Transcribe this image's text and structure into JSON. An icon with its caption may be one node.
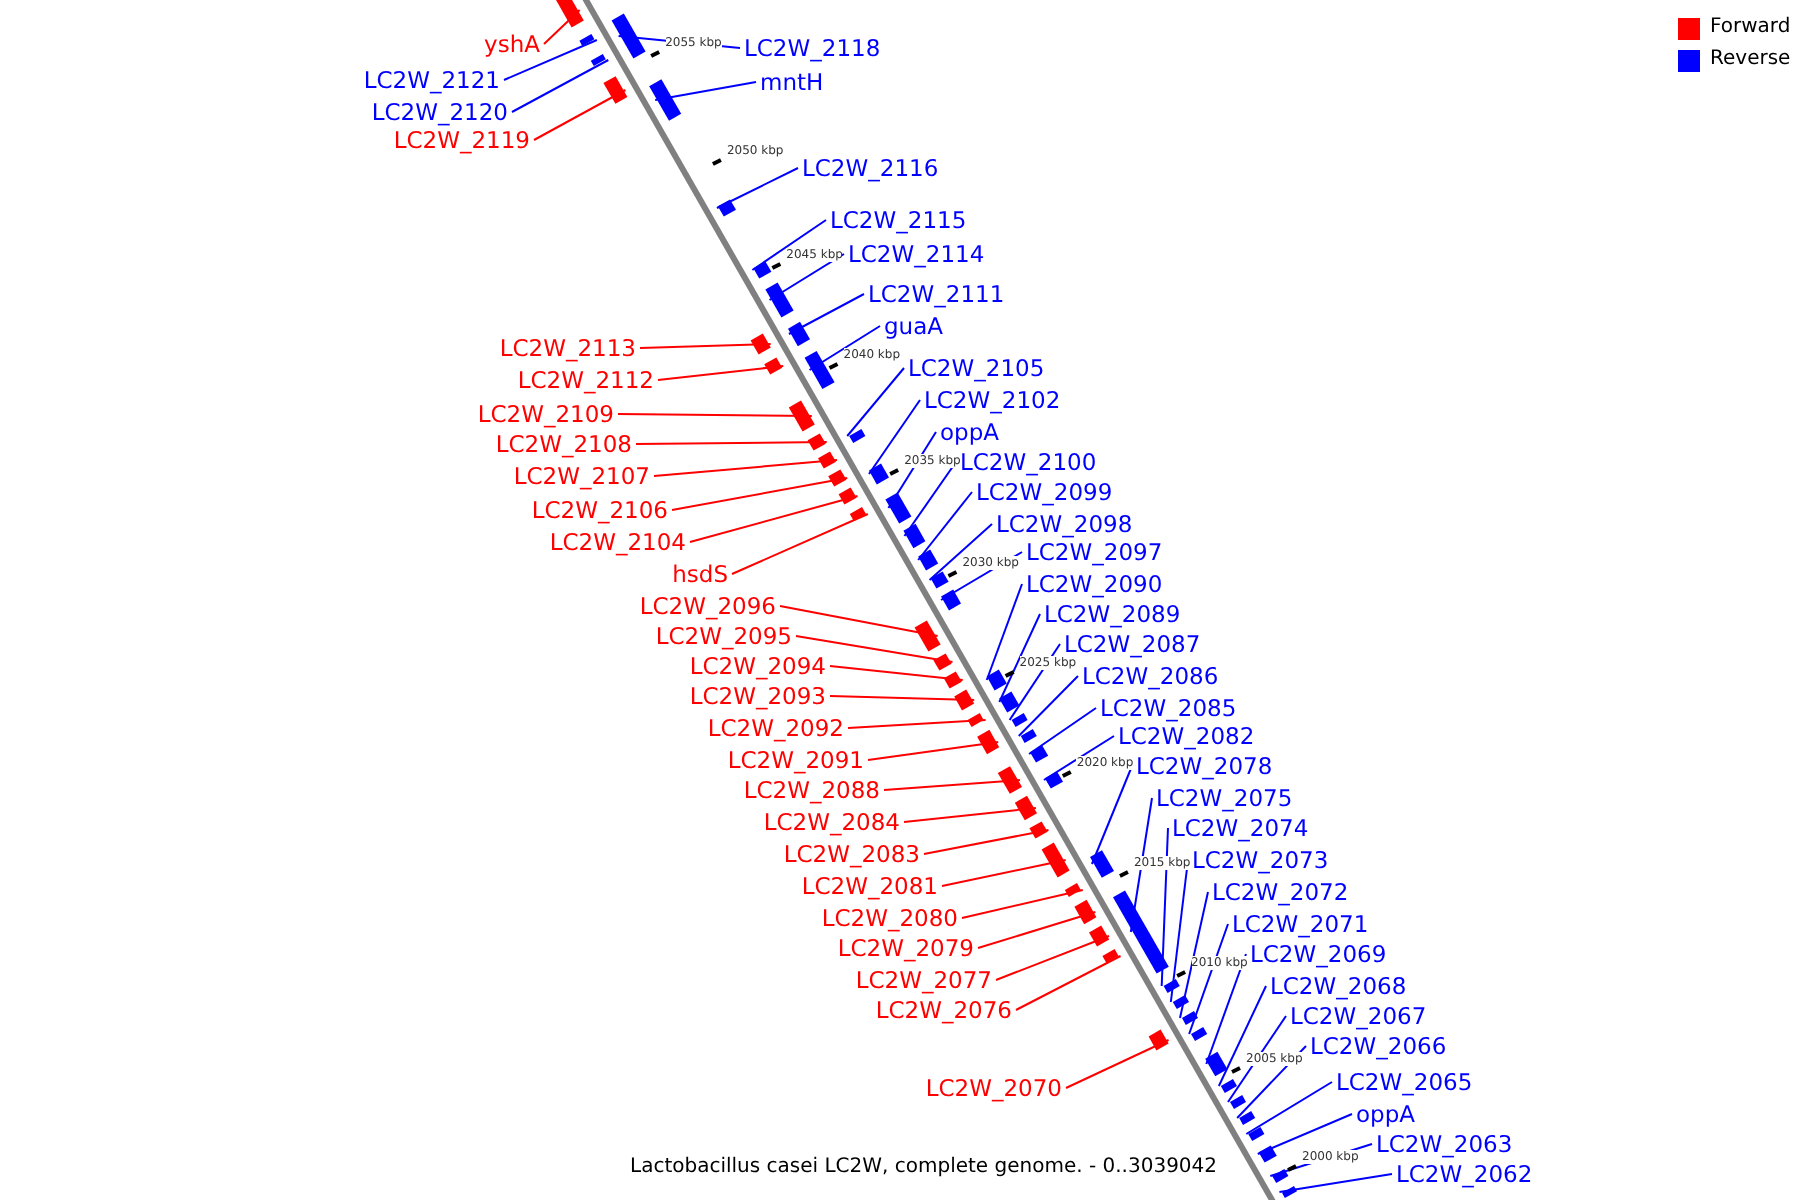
{
  "diagram": {
    "caption": "Lactobacillus casei LC2W, complete genome. - 0..3039042",
    "nodes": [
      {
        "text": [
          "yshA"
        ]
      },
      {
        "text": [],
        "shape": "bar"
      },
      {
        "text": [
          "LC2W_2121"
        ]
      },
      {
        "text": [],
        "shape": "bar"
      },
      {
        "text": [
          "LC2W_2120"
        ]
      },
      {
        "text": [],
        "shape": "bar"
      },
      {
        "text": [
          "LC2W_2119"
        ]
      },
      {
        "text": [],
        "shape": "bar"
      },
      {
        "text": [
          "LC2W_2113"
        ]
      },
      {
        "text": [],
        "shape": "bar"
      },
      {
        "text": [
          "LC2W_2112"
        ]
      },
      {
        "text": [],
        "shape": "bar"
      },
      {
        "text": [
          "LC2W_2109"
        ]
      },
      {
        "text": [],
        "shape": "bar"
      },
      {
        "text": [
          "LC2W_2108"
        ]
      },
      {
        "text": [],
        "shape": "bar"
      },
      {
        "text": [
          "LC2W_2107"
        ]
      },
      {
        "text": [],
        "shape": "bar"
      },
      {
        "text": [
          "LC2W_2106"
        ]
      },
      {
        "text": [],
        "shape": "bar"
      },
      {
        "text": [
          "LC2W_2104"
        ]
      },
      {
        "text": [],
        "shape": "bar"
      },
      {
        "text": [
          "hsdS"
        ]
      },
      {
        "text": [],
        "shape": "bar"
      },
      {
        "text": [
          "LC2W_2096"
        ]
      },
      {
        "text": [],
        "shape": "bar"
      },
      {
        "text": [
          "LC2W_2095"
        ]
      },
      {
        "text": [],
        "shape": "bar"
      },
      {
        "text": [
          "LC2W_2094"
        ]
      },
      {
        "text": [],
        "shape": "bar"
      },
      {
        "text": [
          "LC2W_2093"
        ]
      },
      {
        "text": [],
        "shape": "bar"
      },
      {
        "text": [
          "LC2W_2092"
        ]
      },
      {
        "text": [],
        "shape": "bar"
      },
      {
        "text": [
          "LC2W_2091"
        ]
      },
      {
        "text": [],
        "shape": "bar"
      },
      {
        "text": [
          "LC2W_2088"
        ]
      },
      {
        "text": [],
        "shape": "bar"
      },
      {
        "text": [
          "LC2W_2084"
        ]
      },
      {
        "text": [],
        "shape": "bar"
      },
      {
        "text": [
          "LC2W_2083"
        ]
      },
      {
        "text": [],
        "shape": "bar"
      },
      {
        "text": [
          "LC2W_2081"
        ]
      },
      {
        "text": [],
        "shape": "bar"
      },
      {
        "text": [
          "LC2W_2080"
        ]
      },
      {
        "text": [],
        "shape": "bar"
      },
      {
        "text": [
          "LC2W_2079"
        ]
      },
      {
        "text": [],
        "shape": "bar"
      },
      {
        "text": [
          "LC2W_2077"
        ]
      },
      {
        "text": [],
        "shape": "bar"
      },
      {
        "text": [
          "LC2W_2076"
        ]
      },
      {
        "text": [],
        "shape": "bar"
      },
      {
        "text": [
          "LC2W_2070"
        ]
      },
      {
        "text": [],
        "shape": "bar"
      },
      {
        "text": [
          "LC2W_2118"
        ]
      },
      {
        "text": [],
        "shape": "bar"
      },
      {
        "text": [
          "mntH"
        ]
      },
      {
        "text": [],
        "shape": "bar"
      },
      {
        "text": [
          "LC2W_2116"
        ]
      },
      {
        "text": [],
        "shape": "bar"
      },
      {
        "text": [
          "LC2W_2115"
        ]
      },
      {
        "text": [],
        "shape": "bar"
      },
      {
        "text": [
          "LC2W_2114"
        ]
      },
      {
        "text": [],
        "shape": "bar"
      },
      {
        "text": [
          "LC2W_2111"
        ]
      },
      {
        "text": [],
        "shape": "bar"
      },
      {
        "text": [
          "guaA"
        ]
      },
      {
        "text": [],
        "shape": "bar"
      },
      {
        "text": [
          "LC2W_2105"
        ]
      },
      {
        "text": [],
        "shape": "bar"
      },
      {
        "text": [
          "LC2W_2102"
        ]
      },
      {
        "text": [],
        "shape": "bar"
      },
      {
        "text": [
          "oppA"
        ]
      },
      {
        "text": [],
        "shape": "bar"
      },
      {
        "text": [
          "LC2W_2100"
        ]
      },
      {
        "text": [],
        "shape": "bar"
      },
      {
        "text": [
          "LC2W_2099"
        ]
      },
      {
        "text": [],
        "shape": "bar"
      },
      {
        "text": [
          "LC2W_2098"
        ]
      },
      {
        "text": [],
        "shape": "bar"
      },
      {
        "text": [
          "LC2W_2097"
        ]
      },
      {
        "text": [],
        "shape": "bar"
      },
      {
        "text": [
          "LC2W_2090"
        ]
      },
      {
        "text": [],
        "shape": "bar"
      },
      {
        "text": [
          "LC2W_2089"
        ]
      },
      {
        "text": [],
        "shape": "bar"
      },
      {
        "text": [
          "LC2W_2087"
        ]
      },
      {
        "text": [],
        "shape": "bar"
      },
      {
        "text": [
          "LC2W_2086"
        ]
      },
      {
        "text": [],
        "shape": "bar"
      },
      {
        "text": [
          "LC2W_2085"
        ]
      },
      {
        "text": [],
        "shape": "bar"
      },
      {
        "text": [
          "LC2W_2082"
        ]
      },
      {
        "text": [],
        "shape": "bar"
      },
      {
        "text": [
          "LC2W_2078"
        ]
      },
      {
        "text": [],
        "shape": "bar"
      },
      {
        "text": [
          "LC2W_2075"
        ]
      },
      {
        "text": [],
        "shape": "bar"
      },
      {
        "text": [
          "LC2W_2074"
        ]
      },
      {
        "text": [],
        "shape": "bar"
      },
      {
        "text": [
          "LC2W_2073"
        ]
      },
      {
        "text": [],
        "shape": "bar"
      },
      {
        "text": [
          "LC2W_2072"
        ]
      },
      {
        "text": [],
        "shape": "bar"
      },
      {
        "text": [
          "LC2W_2071"
        ]
      },
      {
        "text": [],
        "shape": "bar"
      },
      {
        "text": [
          "LC2W_2069"
        ]
      },
      {
        "text": [],
        "shape": "bar"
      },
      {
        "text": [
          "LC2W_2068"
        ]
      },
      {
        "text": [],
        "shape": "bar"
      },
      {
        "text": [
          "LC2W_2067"
        ]
      },
      {
        "text": [],
        "shape": "bar"
      },
      {
        "text": [
          "LC2W_2066"
        ]
      },
      {
        "text": [],
        "shape": "bar"
      },
      {
        "text": [
          "LC2W_2065"
        ]
      },
      {
        "text": [],
        "shape": "bar"
      },
      {
        "text": [
          "oppA"
        ]
      },
      {
        "text": [],
        "shape": "bar"
      },
      {
        "text": [
          "LC2W_2063"
        ]
      },
      {
        "text": [],
        "shape": "bar"
      },
      {
        "text": [
          "LC2W_2062"
        ]
      },
      {
        "text": [],
        "shape": "bar"
      }
    ],
    "edges": [
      {
        "from": 0,
        "to": 1,
        "arrow": "none",
        "color": "#ff0000"
      },
      {
        "from": 2,
        "to": 3,
        "arrow": "none"
      },
      {
        "from": 4,
        "to": 5,
        "arrow": "none"
      },
      {
        "from": 6,
        "to": 7,
        "arrow": "none",
        "color": "#ff0000"
      },
      {
        "from": 8,
        "to": 9,
        "arrow": "none",
        "color": "#ff0000"
      },
      {
        "from": 10,
        "to": 11,
        "arrow": "none",
        "color": "#ff0000"
      },
      {
        "from": 12,
        "to": 13,
        "arrow": "none",
        "color": "#ff0000"
      },
      {
        "from": 14,
        "to": 15,
        "arrow": "none",
        "color": "#ff0000"
      },
      {
        "from": 16,
        "to": 17,
        "arrow": "none",
        "color": "#ff0000"
      },
      {
        "from": 18,
        "to": 19,
        "arrow": "none",
        "color": "#ff0000"
      },
      {
        "from": 20,
        "to": 21,
        "arrow": "none",
        "color": "#ff0000"
      },
      {
        "from": 22,
        "to": 23,
        "arrow": "none",
        "color": "#ff0000"
      },
      {
        "from": 24,
        "to": 25,
        "arrow": "none",
        "color": "#ff0000"
      },
      {
        "from": 26,
        "to": 27,
        "arrow": "none",
        "color": "#ff0000"
      },
      {
        "from": 28,
        "to": 29,
        "arrow": "none",
        "color": "#ff0000"
      },
      {
        "from": 30,
        "to": 31,
        "arrow": "none",
        "color": "#ff0000"
      },
      {
        "from": 32,
        "to": 33,
        "arrow": "none",
        "color": "#ff0000"
      },
      {
        "from": 34,
        "to": 35,
        "arrow": "none",
        "color": "#ff0000"
      },
      {
        "from": 36,
        "to": 37,
        "arrow": "none",
        "color": "#ff0000"
      },
      {
        "from": 38,
        "to": 39,
        "arrow": "none",
        "color": "#ff0000"
      },
      {
        "from": 40,
        "to": 41,
        "arrow": "none",
        "color": "#ff0000"
      },
      {
        "from": 42,
        "to": 43,
        "arrow": "none",
        "color": "#ff0000"
      },
      {
        "from": 44,
        "to": 45,
        "arrow": "none",
        "color": "#ff0000"
      },
      {
        "from": 46,
        "to": 47,
        "arrow": "none",
        "color": "#ff0000"
      },
      {
        "from": 48,
        "to": 49,
        "arrow": "none",
        "color": "#ff0000"
      },
      {
        "from": 50,
        "to": 51,
        "arrow": "none",
        "color": "#ff0000"
      },
      {
        "from": 52,
        "to": 53,
        "arrow": "none",
        "color": "#ff0000"
      },
      {
        "from": 54,
        "to": 55,
        "arrow": "none"
      },
      {
        "from": 56,
        "to": 57,
        "arrow": "none"
      },
      {
        "from": 58,
        "to": 59,
        "arrow": "none"
      },
      {
        "from": 60,
        "to": 61,
        "arrow": "none"
      },
      {
        "from": 62,
        "to": 63,
        "arrow": "none"
      },
      {
        "from": 64,
        "to": 65,
        "arrow": "none"
      },
      {
        "from": 66,
        "to": 67,
        "arrow": "none"
      },
      {
        "from": 68,
        "to": 69,
        "arrow": "none"
      },
      {
        "from": 70,
        "to": 71,
        "arrow": "none"
      },
      {
        "from": 72,
        "to": 73,
        "arrow": "none"
      },
      {
        "from": 74,
        "to": 75,
        "arrow": "none"
      },
      {
        "from": 76,
        "to": 77,
        "arrow": "none"
      },
      {
        "from": 78,
        "to": 79,
        "arrow": "none"
      },
      {
        "from": 80,
        "to": 81,
        "arrow": "none"
      },
      {
        "from": 82,
        "to": 83,
        "arrow": "none"
      },
      {
        "from": 84,
        "to": 85,
        "arrow": "none"
      },
      {
        "from": 86,
        "to": 87,
        "arrow": "none"
      },
      {
        "from": 88,
        "to": 89,
        "arrow": "none"
      },
      {
        "from": 90,
        "to": 91,
        "arrow": "none"
      },
      {
        "from": 92,
        "to": 93,
        "arrow": "none"
      },
      {
        "from": 94,
        "to": 95,
        "arrow": "none"
      },
      {
        "from": 96,
        "to": 97,
        "arrow": "none"
      },
      {
        "from": 98,
        "to": 99,
        "arrow": "none"
      },
      {
        "from": 100,
        "to": 101,
        "arrow": "none"
      },
      {
        "from": 102,
        "to": 103,
        "arrow": "none"
      },
      {
        "from": 104,
        "to": 105,
        "arrow": "none"
      },
      {
        "from": 106,
        "to": 107,
        "arrow": "none"
      },
      {
        "from": 108,
        "to": 109,
        "arrow": "none"
      },
      {
        "from": 110,
        "to": 111,
        "arrow": "none"
      },
      {
        "from": 112,
        "to": 113,
        "arrow": "none"
      },
      {
        "from": 114,
        "to": 115,
        "arrow": "none"
      },
      {
        "from": 116,
        "to": 117,
        "arrow": "none"
      },
      {
        "from": 118,
        "to": 119,
        "arrow": "none"
      },
      {
        "from": 120,
        "to": 121,
        "arrow": "none"
      }
    ],
    "labels": [
      "2055 kbp",
      "2050 kbp",
      "2045 kbp",
      "2040 kbp",
      "2035 kbp",
      "2030 kbp",
      "2025 kbp",
      "2020 kbp",
      "2015 kbp",
      "2010 kbp",
      "2005 kbp",
      "2000 kbp"
    ],
    "legend": [
      {
        "text": "Forward",
        "color": "#ff0000"
      },
      {
        "text": "Reverse",
        "color": "#0000ff"
      }
    ]
  }
}
